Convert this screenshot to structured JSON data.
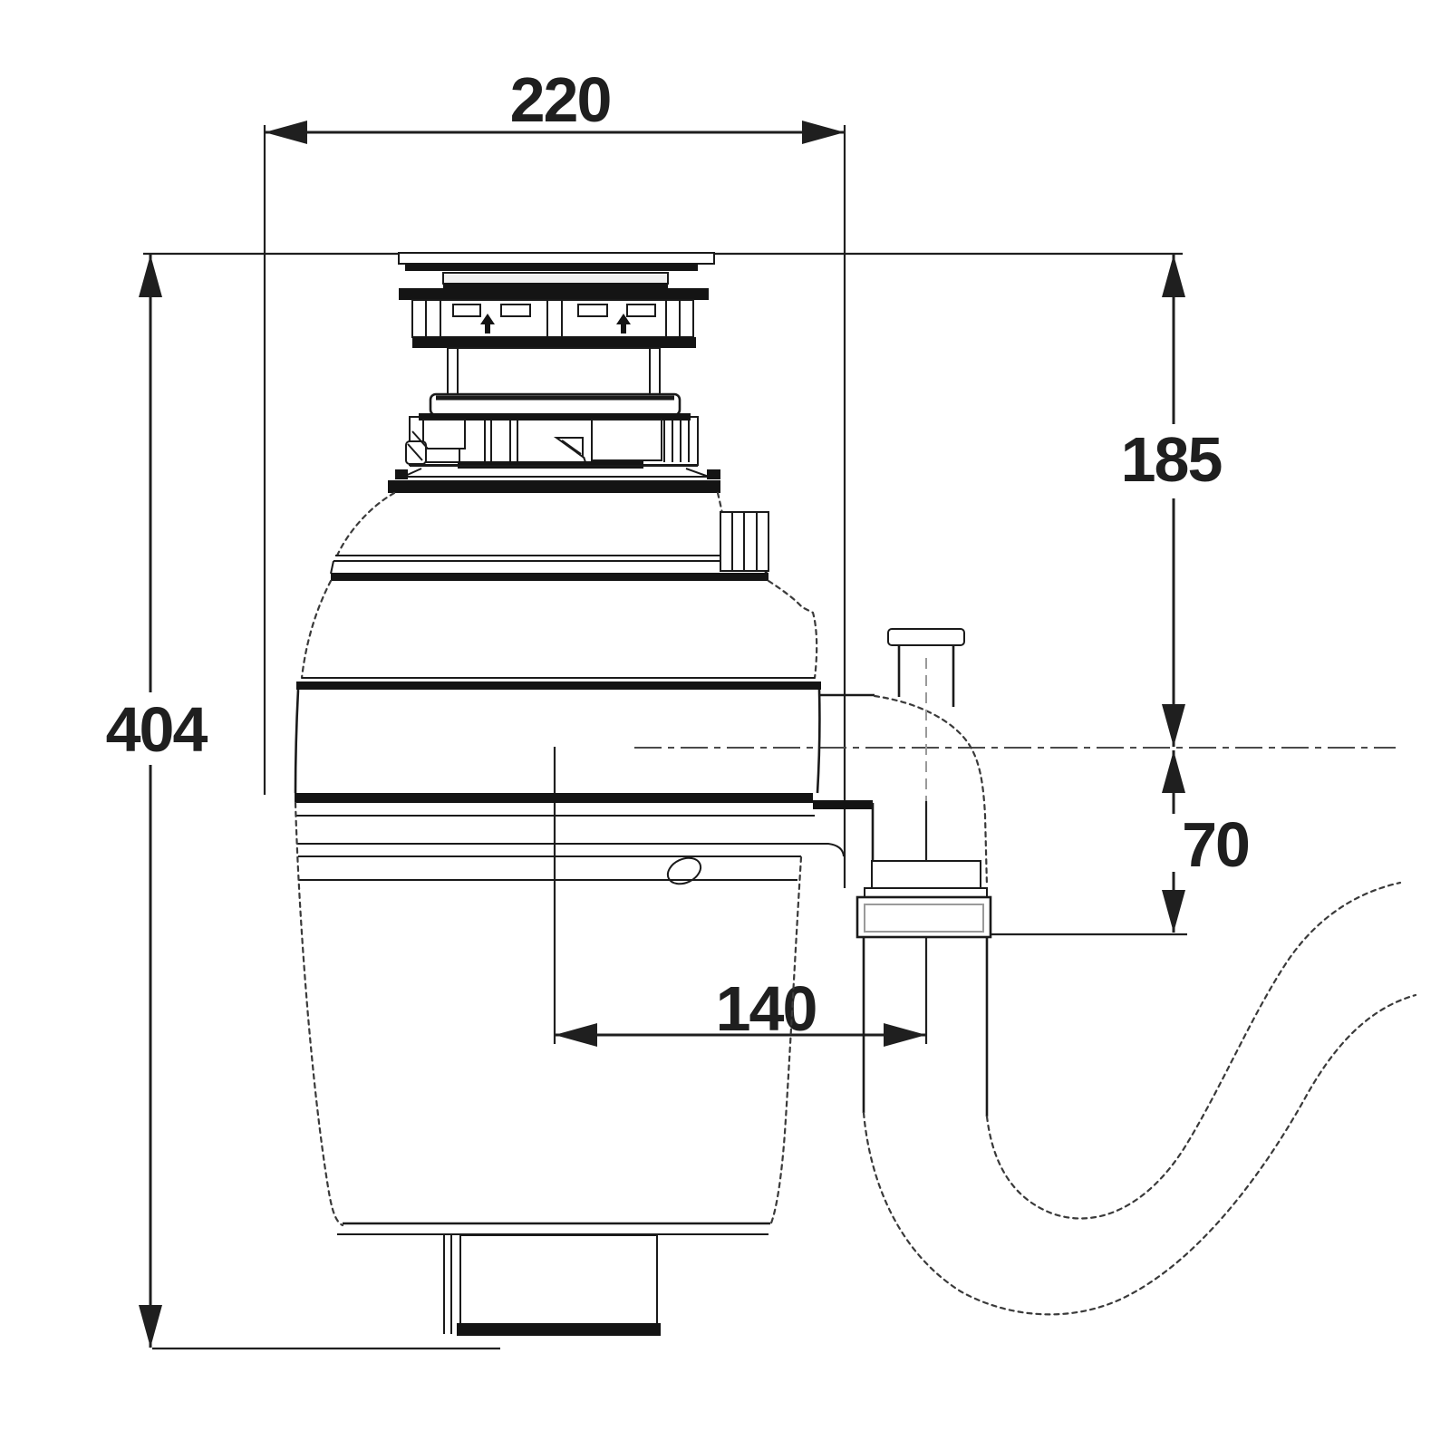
{
  "drawing": {
    "type": "technical-dimension-drawing",
    "subject": "food waste disposer side elevation with S-trap",
    "units": "mm",
    "line_color": "#1a1a1a",
    "background_color": "#ffffff",
    "dimensions": {
      "overall_width": "220",
      "overall_height": "404",
      "flange_to_outlet_center": "185",
      "outlet_center_to_trap_nut": "70",
      "body_center_to_trap_center": "140"
    }
  }
}
